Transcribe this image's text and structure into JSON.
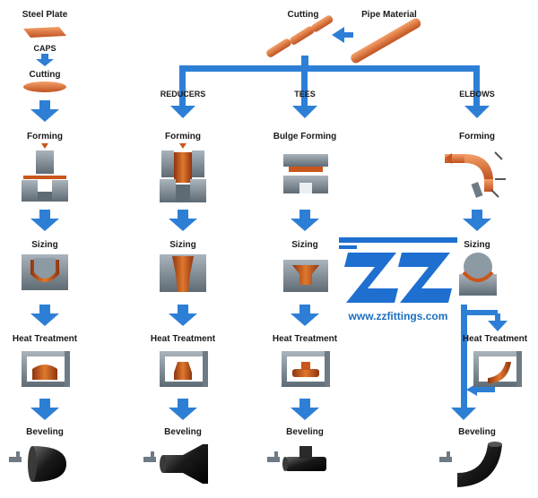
{
  "top": {
    "cutting": "Cutting",
    "pipe_material": "Pipe Material"
  },
  "columns": {
    "caps": {
      "start": "Steel Plate",
      "header": "CAPS",
      "cutting": "Cutting",
      "forming": "Forming",
      "sizing": "Sizing",
      "heat": "Heat Treatment",
      "beveling": "Beveling"
    },
    "reducers": {
      "header": "REDUCERS",
      "forming": "Forming",
      "sizing": "Sizing",
      "heat": "Heat Treatment",
      "beveling": "Beveling"
    },
    "tees": {
      "header": "TEES",
      "forming": "Bulge Forming",
      "sizing": "Sizing",
      "heat": "Heat Treatment",
      "beveling": "Beveling"
    },
    "elbows": {
      "header": "ELBOWS",
      "forming": "Forming",
      "sizing": "Sizing",
      "heat": "Heat Treatment",
      "beveling": "Beveling"
    }
  },
  "watermark": {
    "logo_text": "ZZ",
    "url": "www.zzfittings.com"
  },
  "colors": {
    "arrow": "#2d7fd6",
    "die": "#6e7a84",
    "copper": "#c9561c",
    "pipe": "#e07a3a",
    "logo": "#1e6fd0",
    "finished": "#222222"
  },
  "icons": [
    "arrow-down-icon",
    "die-icon",
    "furnace-icon",
    "beveling-tool-icon",
    "pipe-icon"
  ]
}
